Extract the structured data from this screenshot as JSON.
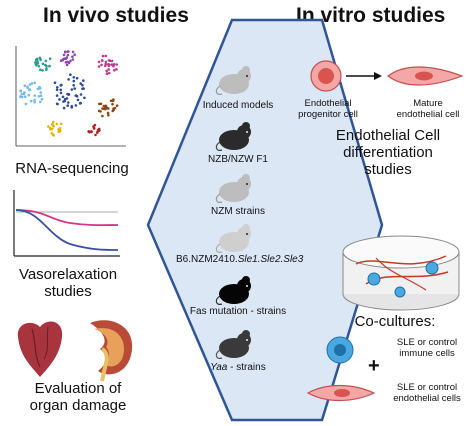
{
  "headings": {
    "in_vivo": "In vivo studies",
    "in_vitro": "In vitro studies"
  },
  "in_vivo": {
    "rna_seq": "RNA-sequencing",
    "vasorelaxation_line1": "Vasorelaxation",
    "vasorelaxation_line2": "studies",
    "evaluation_line1": "Evaluation of",
    "evaluation_line2": "organ damage"
  },
  "models": [
    {
      "label": "Induced models",
      "color": "#bdbdbd"
    },
    {
      "label": "NZB/NZW F1",
      "color": "#2b2b2b"
    },
    {
      "label": "NZM strains",
      "color": "#bdbdbd"
    },
    {
      "label_main": "B6.NZM2410.",
      "label_italic": "Sle1.Sle2.Sle3",
      "color": "#cfcfcf"
    },
    {
      "label": "Fas mutation - strains",
      "color": "#050505"
    },
    {
      "label_italic": "Yaa",
      "label_rest": " - strains",
      "color": "#3a3a3a"
    }
  ],
  "in_vitro": {
    "endothelial_progenitor_line1": "Endothelial",
    "endothelial_progenitor_line2": "progenitor cell",
    "mature_line1": "Mature",
    "mature_line2": "endothelial cell",
    "differentiation_line1": "Endothelial Cell",
    "differentiation_line2": "differentiation",
    "differentiation_line3": "studies",
    "cocultures": "Co-cultures:",
    "plus": "+",
    "sle_immune_line1": "SLE or control",
    "sle_immune_line2": "immune cells",
    "sle_endo_line1": "SLE or control",
    "sle_endo_line2": "endothelial cells"
  },
  "colors": {
    "diamond_fill": "#dbe7f5",
    "diamond_stroke": "#2f5597",
    "pink_line": "#d63384",
    "blue_line": "#3a4fa0",
    "cell_pink": "#f08080",
    "immune_blue": "#4aa8e0"
  }
}
